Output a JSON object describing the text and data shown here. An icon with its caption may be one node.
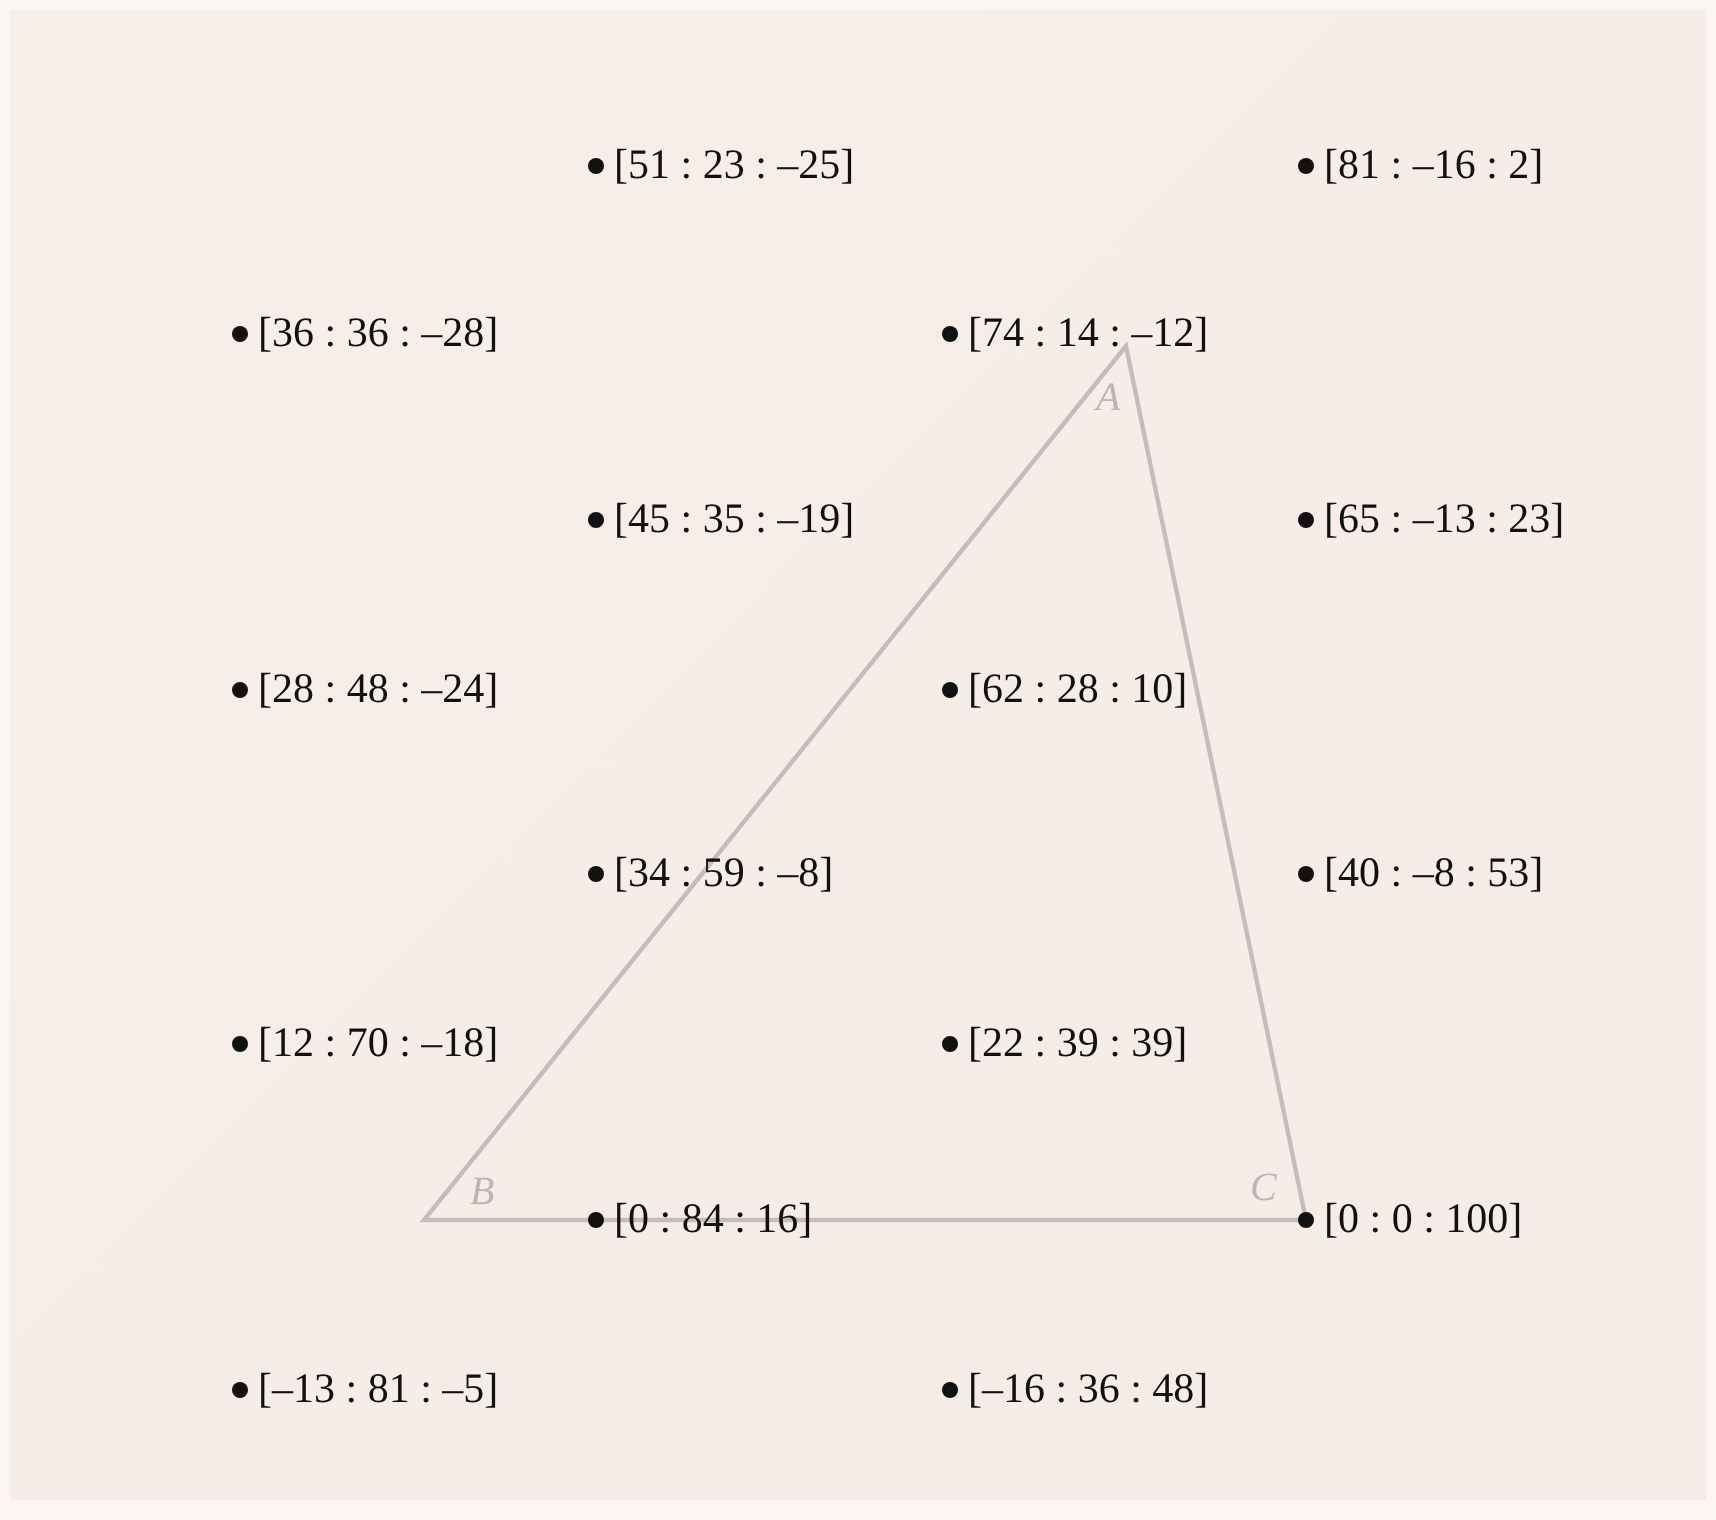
{
  "diagram": {
    "labels": [
      "[51 : 23 : –25]",
      "[81 : –16 : 2]",
      "[36 : 36 : –28]",
      "[74 : 14 : –12]",
      "A",
      "[45 : 35 : –19]",
      "[65 : –13 : 23]",
      "[28 : 48 : –24]",
      "[62 : 28 : 10]",
      "[34 : 59 : –8]",
      "[40 : –8 : 53]",
      "[12 : 70 : –18]",
      "[22 : 39 : 39]",
      "B",
      "C",
      "[0 : 84 : 16]",
      "[0 : 0 : 100]",
      "[–13 : 81 : –5]",
      "[–16 : 36 : 48]"
    ]
  }
}
